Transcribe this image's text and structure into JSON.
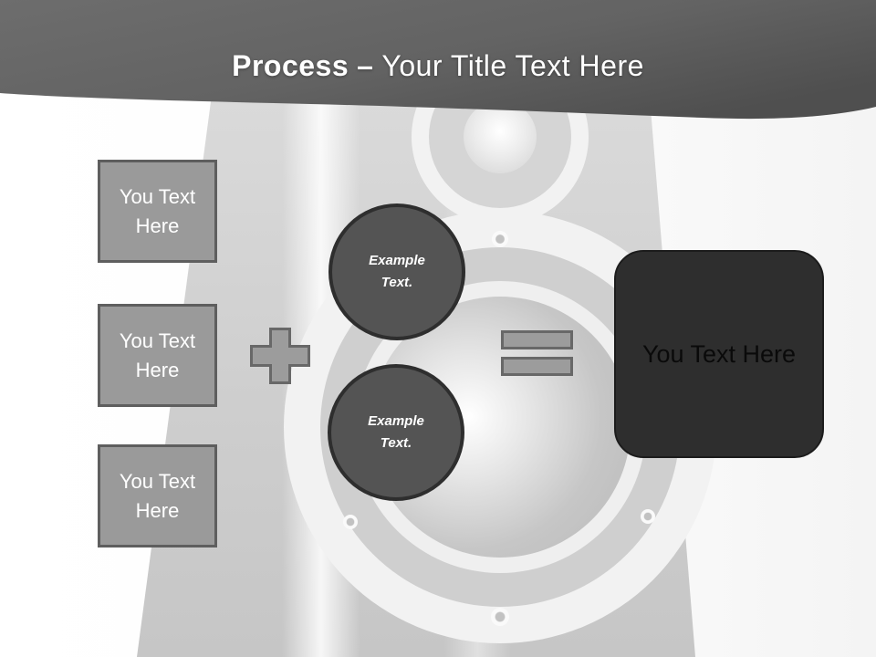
{
  "slide": {
    "title": {
      "bold": "Process",
      "separator": "–",
      "rest": "Your Title Text Here"
    },
    "input_boxes": [
      {
        "label": "You Text Here"
      },
      {
        "label": "You Text Here"
      },
      {
        "label": "You Text Here"
      }
    ],
    "operators": {
      "plus_icon": "plus",
      "equals_icon": "equals"
    },
    "example_circles": [
      {
        "label": "Example Text."
      },
      {
        "label": "Example Text."
      }
    ],
    "result_box": {
      "label": "You Text Here"
    },
    "colors": {
      "header_gray_top": "#666666",
      "header_gray_bottom": "#4f4f4f",
      "box_fill": "#9a9a9a",
      "box_border": "#5e5e5e",
      "circle_fill": "#545454",
      "circle_border": "#2e2e2e",
      "operator_fill": "#9c9c9c",
      "operator_border": "#686868",
      "result_fill": "#2e2e2e",
      "result_text": "#0a0a0a",
      "placeholder_text": "#ffffff",
      "background": "#fbfbfb"
    }
  }
}
